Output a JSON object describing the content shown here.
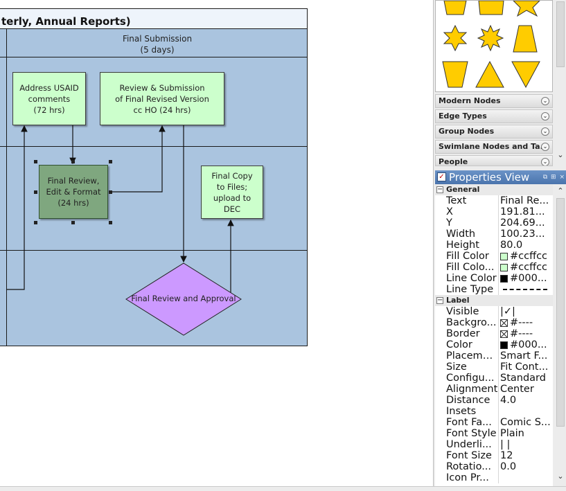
{
  "diagram": {
    "title": "terly, Annual Reports)",
    "column_header_line1": "Final Submission",
    "column_header_line2": "(5 days)",
    "nodes": {
      "address_usaid": {
        "line1": "Address USAID",
        "line2": "comments",
        "line3": "(72 hrs)"
      },
      "review_submission": {
        "line1": "Review & Submission",
        "line2": "of Final Revised Version",
        "line3": "cc HO (24 hrs)"
      },
      "final_review_edit": {
        "line1": "Final Review,",
        "line2": "Edit & Format",
        "line3": "(24 hrs)"
      },
      "final_copy": {
        "line1": "Final Copy",
        "line2": "to Files;",
        "line3": "upload to DEC"
      },
      "final_review_approval": "Final Review and Approval"
    },
    "colors": {
      "lane_fill": "#aac4df",
      "node_fill": "#ccffcc",
      "selected_fill": "#7fa77f",
      "diamond_fill": "#cc99ff"
    }
  },
  "palette": {
    "sections": [
      "Modern Nodes",
      "Edge Types",
      "Group Nodes",
      "Swimlane Nodes and Ta...",
      "People"
    ],
    "shape_color": "#ffcc00"
  },
  "properties": {
    "title": "Properties View",
    "groups": {
      "general": "General",
      "label": "Label"
    },
    "general_rows": [
      {
        "name": "Text",
        "value": "Final Re..."
      },
      {
        "name": "X",
        "value": "191.81..."
      },
      {
        "name": "Y",
        "value": "204.69..."
      },
      {
        "name": "Width",
        "value": "100.23..."
      },
      {
        "name": "Height",
        "value": "80.0"
      },
      {
        "name": "Fill Color",
        "value": "#ccffcc"
      },
      {
        "name": "Fill Colo...",
        "value": "#ccffcc"
      },
      {
        "name": "Line Color",
        "value": "#000..."
      },
      {
        "name": "Line Type",
        "value": ""
      }
    ],
    "label_rows": [
      {
        "name": "Visible",
        "value": "|✓|"
      },
      {
        "name": "Backgro...",
        "value": "#----"
      },
      {
        "name": "Border",
        "value": "#----"
      },
      {
        "name": "Color",
        "value": "#000..."
      },
      {
        "name": "Placement",
        "value": "Smart F..."
      },
      {
        "name": "Size",
        "value": "Fit Cont..."
      },
      {
        "name": "Configu...",
        "value": "Standard"
      },
      {
        "name": "Alignment",
        "value": "Center"
      },
      {
        "name": "Distance",
        "value": "4.0"
      },
      {
        "name": "Insets",
        "value": ""
      },
      {
        "name": "Font Fa...",
        "value": "Comic S..."
      },
      {
        "name": "Font Style",
        "value": "Plain"
      },
      {
        "name": "Underli...",
        "value": "|   |"
      },
      {
        "name": "Font Size",
        "value": "12"
      },
      {
        "name": "Rotatio...",
        "value": "0.0"
      },
      {
        "name": "Icon Pr...",
        "value": ""
      }
    ]
  }
}
